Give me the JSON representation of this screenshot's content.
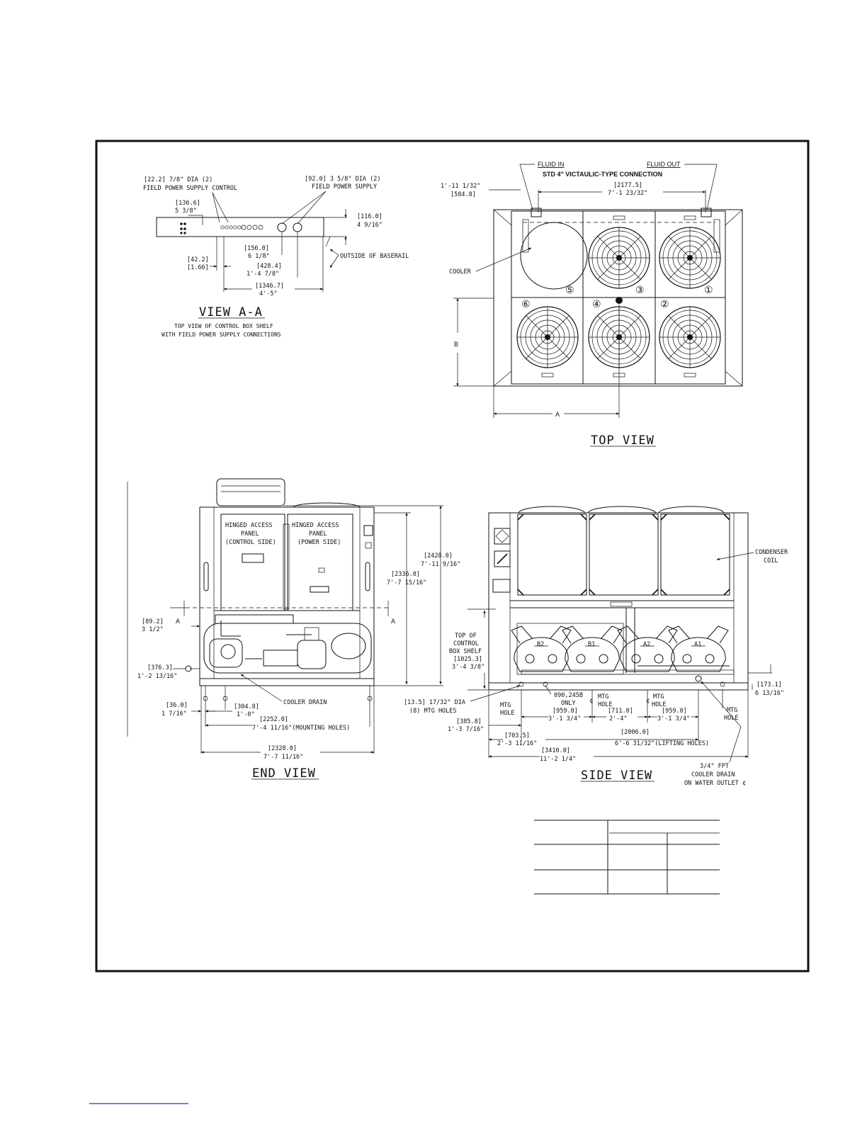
{
  "view_aa": {
    "title": "VIEW A-A",
    "caption1": "TOP VIEW OF CONTROL BOX SHELF",
    "caption2": "WITH FIELD POWER SUPPLY CONNECTIONS",
    "dim_control_a": "[22.2] 7/8\" DIA (2)",
    "dim_control_b": "FIELD POWER SUPPLY CONTROL",
    "dim_power_a": "[92.0] 3 5/8\" DIA (2)",
    "dim_power_b": "FIELD POWER SUPPLY",
    "d1366_a": "[136.6]",
    "d1366_b": "5 3/8\"",
    "d1160_a": "[116.0]",
    "d1160_b": "4 9/16\"",
    "d1560_a": "[156.0]",
    "d1560_b": "6 1/8\"",
    "d422_a": "[42.2]",
    "d422_b": "[1.66]",
    "d4284_a": "[428.4]",
    "d4284_b": "1'-4 7/8\"",
    "d13467_a": "[1346.7]",
    "d13467_b": "4'-5\"",
    "baserail": "OUTSIDE OF BASERAIL"
  },
  "top_view": {
    "title": "TOP VIEW",
    "fluid_in": "FLUID IN",
    "fluid_out": "FLUID OUT",
    "connection": "STD 4\" VICTAULIC-TYPE CONNECTION",
    "d5848_a": "1'-11 1/32\"",
    "d5848_b": "[584.8]",
    "d21775_a": "[2177.5]",
    "d21775_b": "7'-1 23/32\"",
    "cooler": "COOLER",
    "dim_a": "A",
    "dim_b": "B",
    "fan_numbers": [
      "⑤",
      "③",
      "①",
      "⑥",
      "④",
      "②"
    ]
  },
  "end_view": {
    "title": "END VIEW",
    "panel_left_1": "HINGED ACCESS",
    "panel_left_2": "PANEL",
    "panel_left_3": "(CONTROL SIDE)",
    "panel_right_1": "HINGED ACCESS",
    "panel_right_2": "PANEL",
    "panel_right_3": "(POWER SIDE)",
    "d24280_a": "[2428.0]",
    "d24280_b": "7'-11 9/16\"",
    "d23360_a": "[2336.0]",
    "d23360_b": "7'-7 15/16\"",
    "d892_a": "[89.2]",
    "d892_b": "3 1/2\"",
    "d3763_a": "[376.3]",
    "d3763_b": "1'-2 13/16\"",
    "d360_a": "[36.0]",
    "d360_b": "1 7/16\"",
    "d3048_a": "[304.8]",
    "d3048_b": "1'-0\"",
    "d22520_a": "[2252.0]",
    "d22520_b": "7'-4 11/16\"(MOUNTING HOLES)",
    "d23280_a": "[2328.0]",
    "d23280_b": "7'-7 11/16\"",
    "cooler_drain": "COOLER DRAIN",
    "section_a": "A"
  },
  "side_view": {
    "title": "SIDE VIEW",
    "condenser_1": "CONDENSER",
    "condenser_2": "COIL",
    "shelf_1": "TOP OF",
    "shelf_2": "CONTROL",
    "shelf_3": "BOX SHELF",
    "shelf_4": "[1025.3]",
    "shelf_5": "3'-4 3/8\"",
    "compressors": [
      "B2",
      "B1",
      "A2",
      "A1"
    ],
    "holes_a": "[13.5] 17/32\" DIA",
    "holes_b": "(8) MTG HOLES",
    "only_a": "090,245B",
    "only_b": "ONLY",
    "mtg_1": "MTG",
    "mtg_2": "HOLE",
    "cl": "¢",
    "d3858_a": "[385.8]",
    "d3858_b": "1'-3 7/16\"",
    "d9590_a": "[959.0]",
    "d9590_b": "3'-1 3/4\"",
    "d7110_a": "[711.0]",
    "d7110_b": "2'-4\"",
    "d9590r_a": "[959.0]",
    "d9590r_b": "3'-1 3/4\"",
    "d1731_a": "[173.1]",
    "d1731_b": "6 13/16\"",
    "d7035_a": "[703.5]",
    "d7035_b": "2'-3 11/16\"",
    "d20060_a": "[2006.0]",
    "d20060_b": "6'-6 31/32\"(LIFTING HOLES)",
    "d34100_a": "[3410.0]",
    "d34100_b": "11'-2 1/4\"",
    "drain_1": "3/4\" FPT",
    "drain_2": "COOLER DRAIN",
    "drain_3": "ON WATER OUTLET ¢"
  }
}
